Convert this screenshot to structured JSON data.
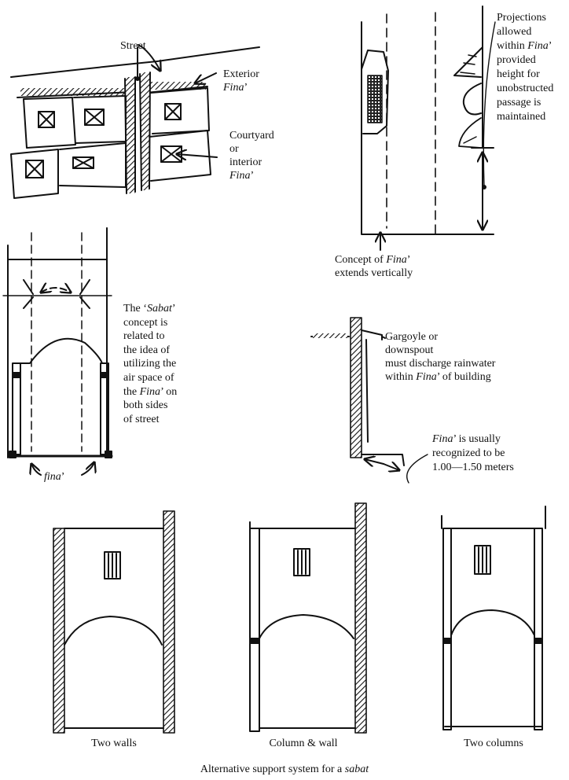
{
  "site_plan": {
    "street": "Street",
    "exterior": "Exterior",
    "exterior_term": "Fina",
    "courtyard_1": "Courtyard",
    "courtyard_2": "or",
    "courtyard_3": "interior",
    "courtyard_term": "Fina"
  },
  "projections": {
    "line1": "Projections",
    "line2": "allowed",
    "line3_pre": "within",
    "line3_term": "Fina",
    "line4": "provided",
    "line5": "height for",
    "line6": "unobstructed",
    "line7": "passage is",
    "line8": "maintained"
  },
  "vertical": {
    "line1_pre": "Concept of",
    "line1_term": "Fina",
    "line2": "extends vertically"
  },
  "sabat_note": {
    "line1_pre": "The",
    "line1_term": "Sabat",
    "line2": "concept is",
    "line3": "related to",
    "line4": "the idea of",
    "line5": "utilizing the",
    "line6": "air space of",
    "line7_pre": "the",
    "line7_term": "Fina",
    "line7_post": "on",
    "line8": "both sides",
    "line9": "of street",
    "fina_label": "fina"
  },
  "gargoyle": {
    "line1": "Gargoyle or",
    "line2": "downspout",
    "line3": "must discharge rainwater",
    "line4_pre": "within",
    "line4_term": "Fina",
    "line4_post": "of building"
  },
  "fina_width": {
    "line1_term": "Fina",
    "line1_post": "is usually",
    "line2": "recognized to be",
    "line3": "1.00—1.50 meters"
  },
  "options": {
    "two_walls": "Two walls",
    "column_wall": "Column & wall",
    "two_columns": "Two columns"
  },
  "figure_caption": {
    "text_pre": "Alternative support system for a",
    "text_term": "sabat"
  }
}
